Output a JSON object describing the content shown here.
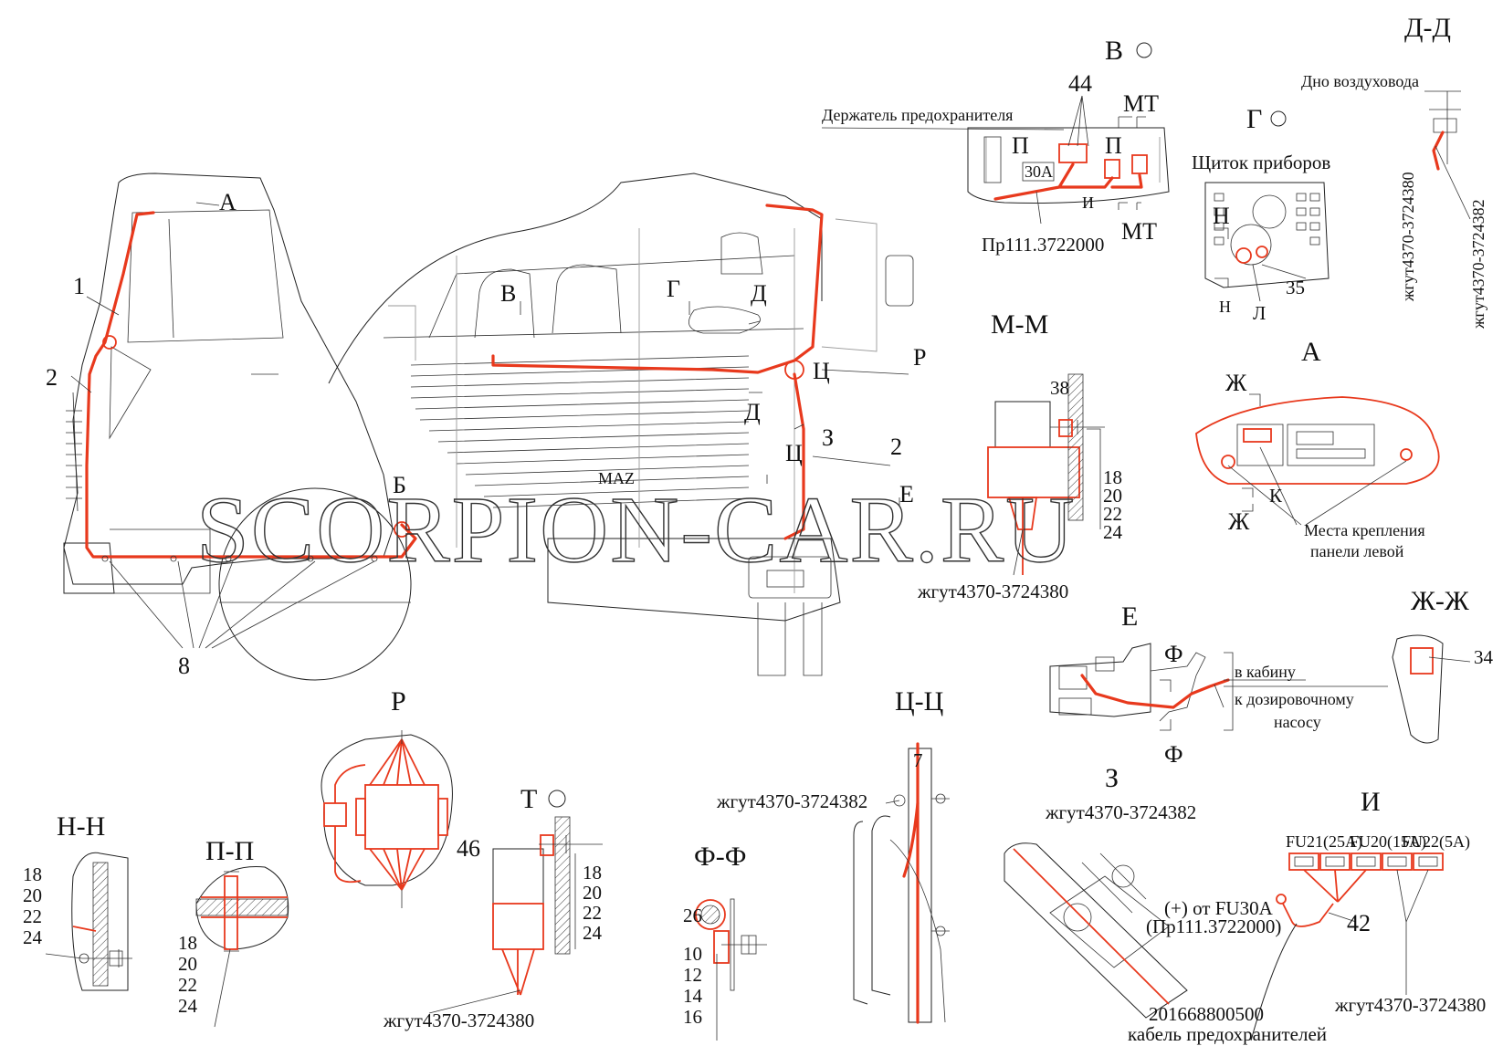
{
  "watermark": "SCORPION-CAR.RU",
  "views": {
    "V": "В",
    "G": "Г",
    "DD": "Д-Д",
    "MM": "М-М",
    "A": "А",
    "ZhZh": "Ж-Ж",
    "E": "Е",
    "R": "Р",
    "T": "Т",
    "TsTs": "Ц-Ц",
    "FF": "Ф-Ф",
    "Z": "З",
    "I": "И",
    "NN": "Н-Н",
    "PP": "П-П"
  },
  "labels": {
    "fuse_holder": "Держатель предохранителя",
    "n44": "44",
    "MT": "МТ",
    "P": "П",
    "I": "И",
    "fuse30": "30А",
    "pr111": "Пр111.3722000",
    "duct_bottom": "Дно воздуховода",
    "harness80": "жгут4370-3724380",
    "harness82": "жгут4370-3724382",
    "panel": "Щиток приборов",
    "N": "Н",
    "L": "Л",
    "n35": "35",
    "n38": "38",
    "n18": "18",
    "n20": "20",
    "n22": "22",
    "n24": "24",
    "Zh": "Ж",
    "K": "К",
    "mount": "Места крепления",
    "mount2": "панели левой",
    "n34": "34",
    "F": "Ф",
    "to_cab": "в кабину",
    "to_pump": "к дозировочному",
    "to_pump2": "насосу",
    "n46": "46",
    "n7": "7",
    "n26": "26",
    "n10": "10",
    "n12": "12",
    "n14": "14",
    "n16": "16",
    "fu21": "FU21(25A)",
    "fu20": "FU20(15A)",
    "fu22": "FU22(5A)",
    "plus_from": "(+) от FU30A",
    "plus_from2": "(Пр111.3722000)",
    "n42": "42",
    "cable_no": "201668800500",
    "cable_name": "кабель предохранителей",
    "cab_A": "А",
    "n1": "1",
    "n2": "2",
    "n8": "8",
    "B": "Б",
    "cab_V": "В",
    "cab_G": "Г",
    "cab_D": "Д",
    "cab_R": "Р",
    "cab_Ts": "Ц",
    "cab_Z": "З",
    "cab_E": "Е",
    "brand": "MAZ"
  }
}
